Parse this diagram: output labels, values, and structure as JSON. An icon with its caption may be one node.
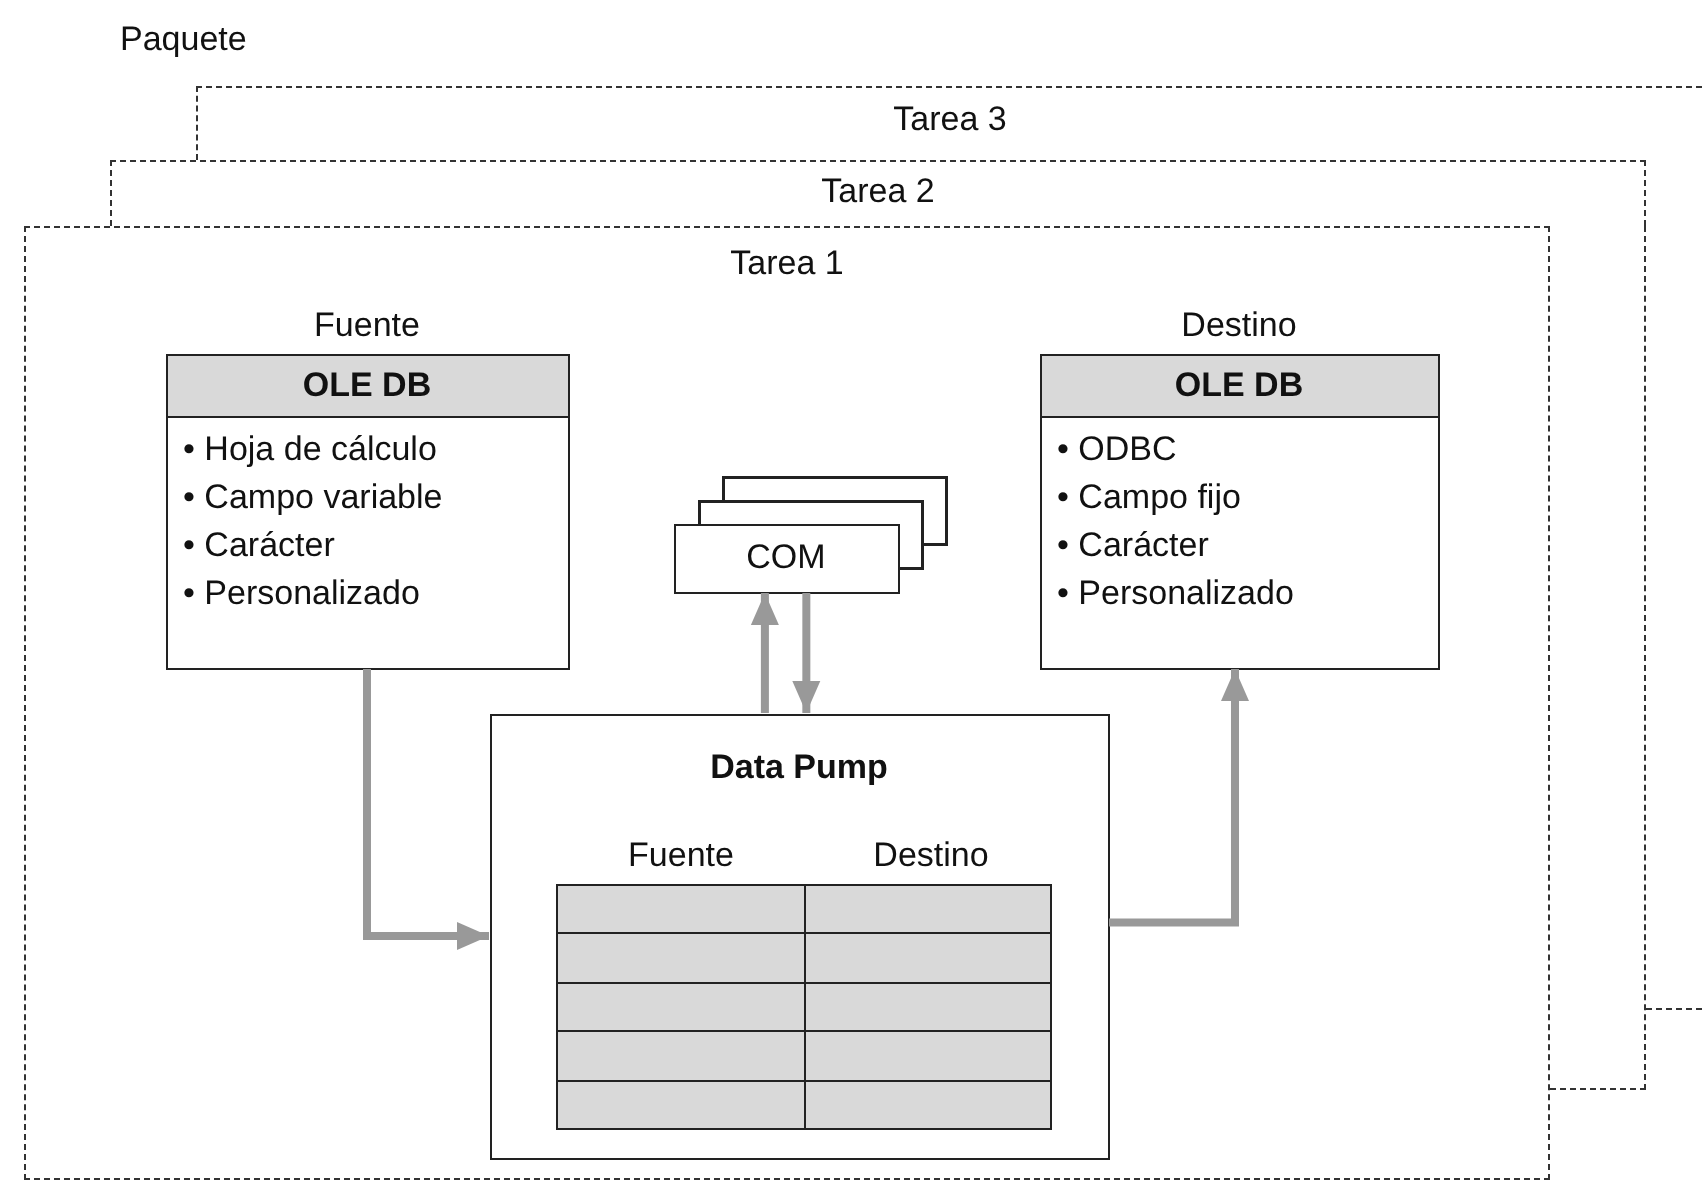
{
  "diagram": {
    "nodes": [
      {
        "text": [
          "Tarea 3"
        ]
      },
      {
        "text": [
          "Tarea 2"
        ]
      },
      {
        "text": [
          "Tarea 1"
        ]
      },
      {
        "text": [
          "Fuente",
          "OLE DB",
          "• Hoja de cálculo",
          "• Campo variable",
          "• Carácter",
          "• Personalizado"
        ],
        "in": 2
      },
      {
        "text": [
          "COM"
        ],
        "in": 2
      },
      {
        "text": [
          "Destino",
          "OLE DB",
          "• ODBC",
          "• Campo fijo",
          "• Carácter",
          "• Personalizado"
        ],
        "in": 2
      },
      {
        "text": [
          "Data Pump",
          "Fuente",
          "Destino"
        ],
        "in": 2
      }
    ],
    "edges": [
      {
        "from": 3,
        "to": 6,
        "arrow": "to"
      },
      {
        "from": 6,
        "to": 4,
        "arrow": "to"
      },
      {
        "from": 4,
        "to": 6,
        "arrow": "to"
      },
      {
        "from": 6,
        "to": 5,
        "arrow": "to"
      }
    ],
    "labels": [
      "Paquete"
    ]
  }
}
